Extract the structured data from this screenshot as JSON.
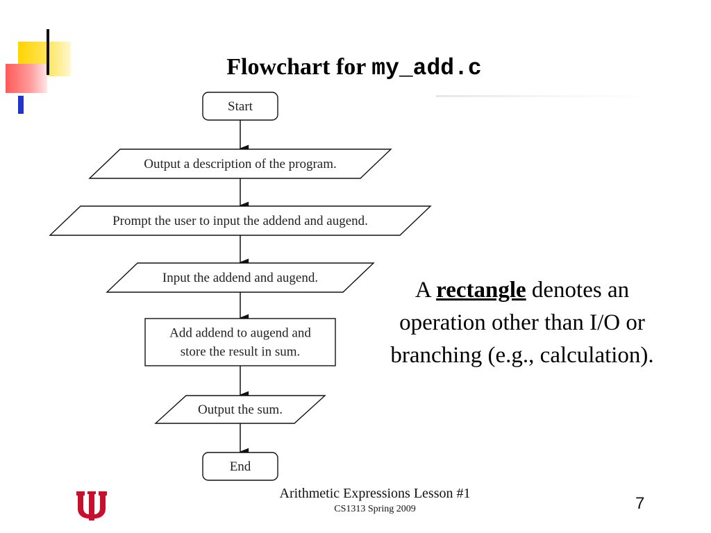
{
  "slide": {
    "title_prefix": "Flowchart for ",
    "title_code": "my_add.c",
    "note": {
      "pre": "A ",
      "keyword": "rectangle",
      "post": " denotes an operation other than I/O or branching (e.g., calculation)."
    },
    "footer": {
      "title": "Arithmetic Expressions Lesson #1",
      "subtitle": "CS1313 Spring 2009"
    },
    "page_number": "7"
  },
  "flowchart": {
    "nodes": [
      {
        "id": "start",
        "shape": "terminal",
        "lines": [
          "Start"
        ]
      },
      {
        "id": "output-description",
        "shape": "io",
        "lines": [
          "Output a description of the program."
        ]
      },
      {
        "id": "prompt-user",
        "shape": "io",
        "lines": [
          "Prompt the user to input the addend and augend."
        ]
      },
      {
        "id": "input-values",
        "shape": "io",
        "lines": [
          "Input the addend and augend."
        ]
      },
      {
        "id": "add-store",
        "shape": "process",
        "lines": [
          "Add addend to augend and",
          "store the result in sum."
        ]
      },
      {
        "id": "output-sum",
        "shape": "io",
        "lines": [
          "Output the sum."
        ]
      },
      {
        "id": "end",
        "shape": "terminal",
        "lines": [
          "End"
        ]
      }
    ],
    "edges": [
      {
        "from": "start",
        "to": "output-description"
      },
      {
        "from": "output-description",
        "to": "prompt-user"
      },
      {
        "from": "prompt-user",
        "to": "input-values"
      },
      {
        "from": "input-values",
        "to": "add-store"
      },
      {
        "from": "add-store",
        "to": "output-sum"
      },
      {
        "from": "output-sum",
        "to": "end"
      }
    ]
  },
  "colors": {
    "logo": "#c8102e",
    "accent_yellow": "#ffd400",
    "accent_red": "#ff5a5a",
    "accent_blue": "#2233cc"
  }
}
